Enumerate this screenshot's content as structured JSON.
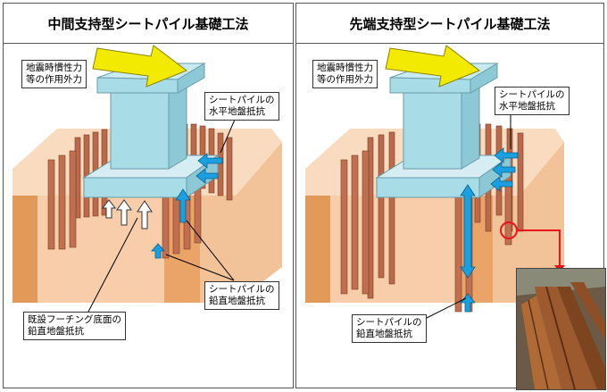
{
  "left_panel": {
    "title": "中間支持型シートパイル基礎工法",
    "labels": {
      "seismic": [
        "地震時慣性力",
        "等の作用外力"
      ],
      "horizontal": [
        "シートパイルの",
        "水平地盤抵抗"
      ],
      "vertical": [
        "シートパイルの",
        "鉛直地盤抵抗"
      ],
      "footing": [
        "既設フーチング底面の",
        "鉛直地盤抵抗"
      ]
    }
  },
  "right_panel": {
    "title": "先端支持型シートパイル基礎工法",
    "labels": {
      "seismic": [
        "地震時慣性力",
        "等の作用外力"
      ],
      "horizontal": [
        "シートパイルの",
        "水平地盤抵抗"
      ],
      "vertical": [
        "シートパイルの",
        "鉛直地盤抵抗"
      ]
    }
  },
  "colors": {
    "soil": "#f6c9a0",
    "soil_dark": "#e08a45",
    "pile": "#b86a4a",
    "pier": "#a8dde8",
    "force_arrow": "#f2ea00",
    "resist_arrow": "#1aa0e0",
    "callout": "#e8141c"
  }
}
